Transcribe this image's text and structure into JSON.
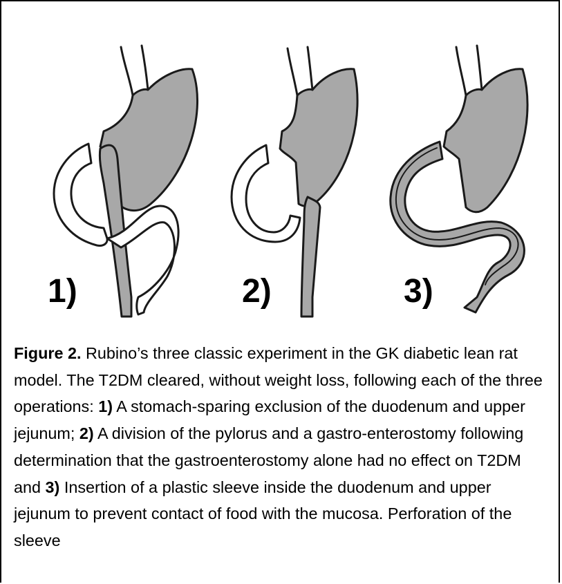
{
  "figure": {
    "panels": [
      {
        "label": "1)"
      },
      {
        "label": "2)"
      },
      {
        "label": "3)"
      }
    ],
    "caption": {
      "figure_label": "Figure 2.",
      "intro": " Rubino’s three classic experiment in the GK diabetic lean rat model.  The T2DM cleared, without weight loss, following each of the three operations: ",
      "item1_label": "1)",
      "item1_text": " A stomach-sparing exclusion of the duodenum and upper jejunum; ",
      "item2_label": "2)",
      "item2_text": " A division of the pylorus and a gastro-enterostomy following determination that the gastroenterostomy alone had no effect on T2DM and ",
      "item3_label": "3)",
      "item3_text": " Insertion of a plastic sleeve inside the duodenum and upper jejunum to prevent contact of food with the mucosa. Perforation of the sleeve"
    },
    "colors": {
      "fill": "#a8a8a8",
      "stroke": "#1a1a1a"
    }
  }
}
